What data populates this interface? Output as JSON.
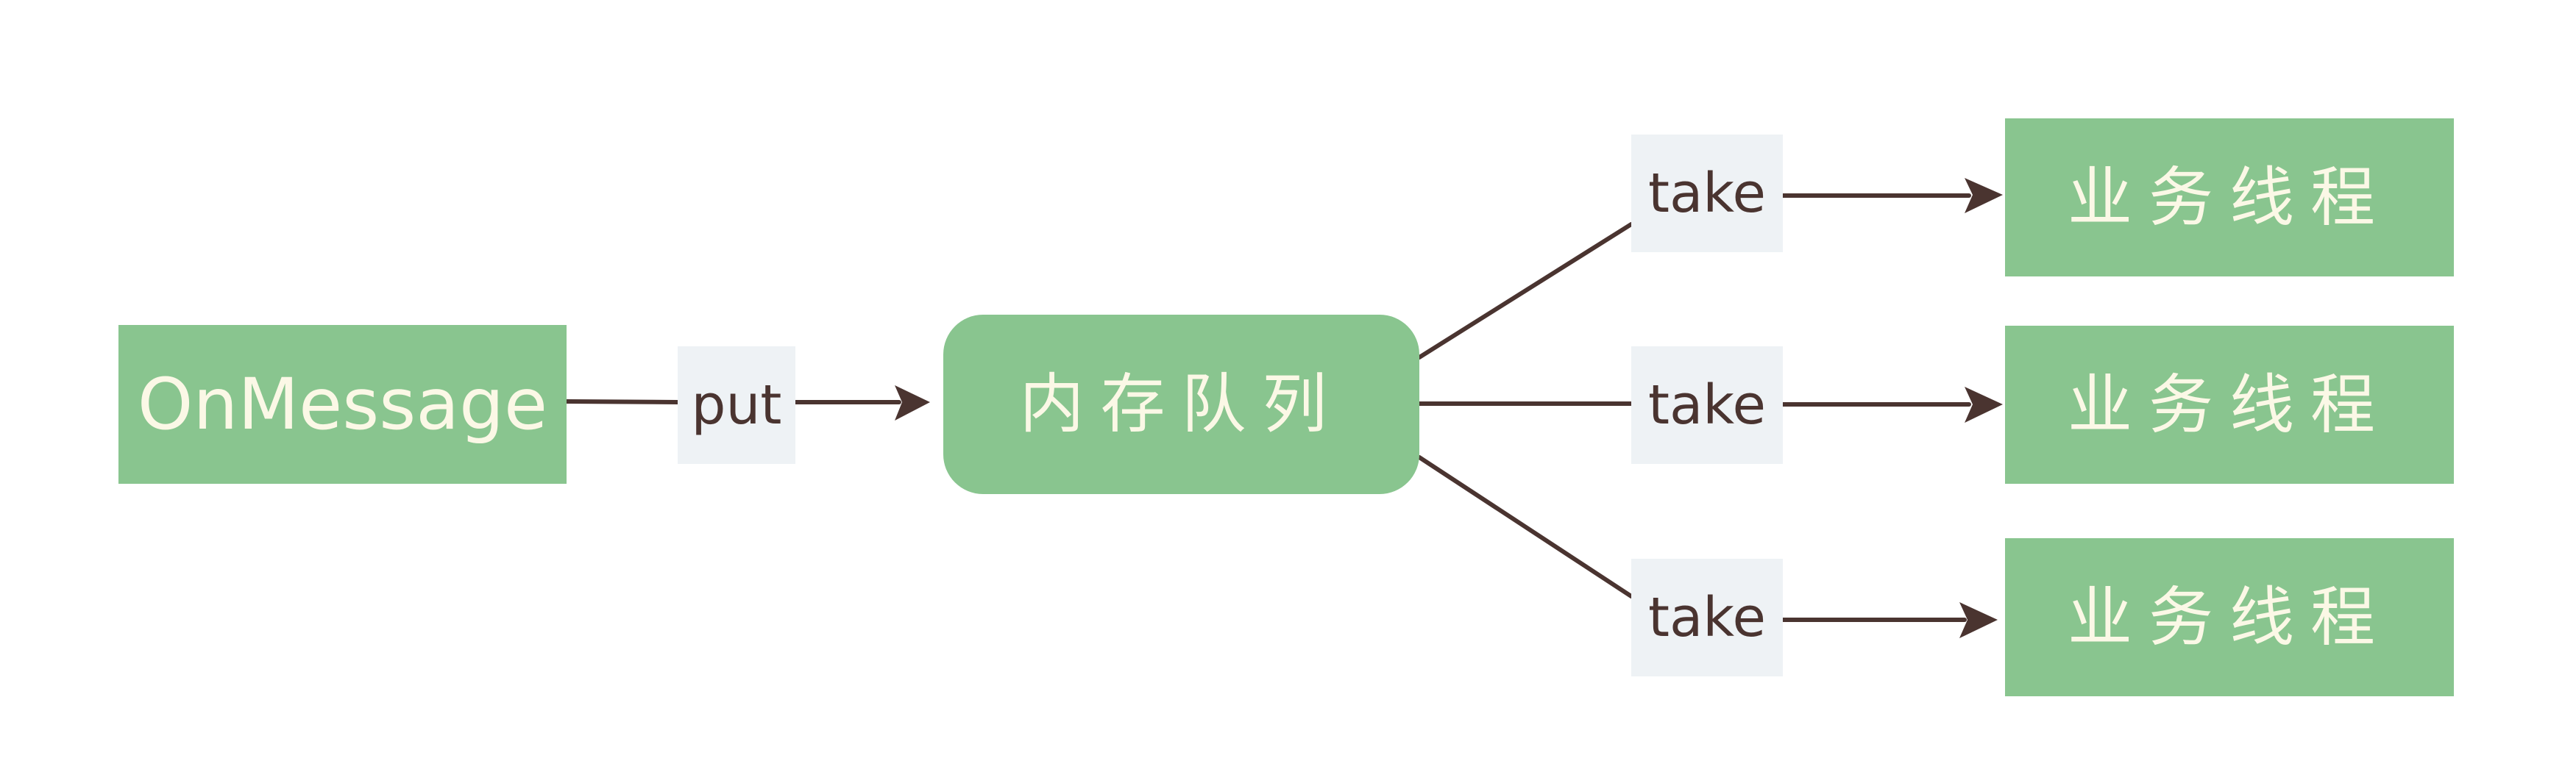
{
  "nodes": {
    "source": {
      "label": "OnMessage"
    },
    "queue": {
      "label": "内存队列"
    },
    "workers": [
      {
        "label": "业务线程"
      },
      {
        "label": "业务线程"
      },
      {
        "label": "业务线程"
      }
    ]
  },
  "edges": {
    "put": {
      "label": "put"
    },
    "takes": [
      {
        "label": "take"
      },
      {
        "label": "take"
      },
      {
        "label": "take"
      }
    ]
  },
  "colors": {
    "node_fill": "#89c58f",
    "node_text": "#fbf8e6",
    "label_fill": "#eef2f5",
    "line": "#4a3430"
  }
}
